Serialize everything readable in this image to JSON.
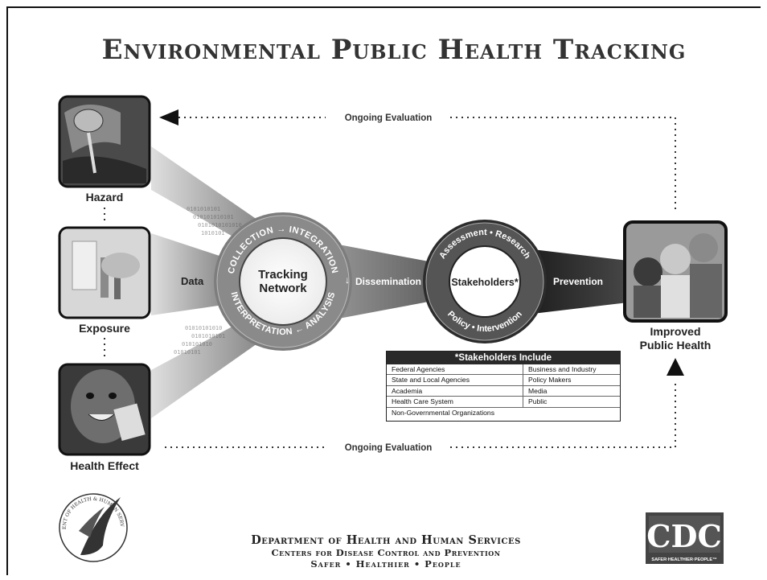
{
  "title": "Environmental Public Health Tracking",
  "top_loop_label": "Ongoing Evaluation",
  "bottom_loop_label": "Ongoing Evaluation",
  "inputs": [
    {
      "label": "Hazard"
    },
    {
      "label": "Exposure"
    },
    {
      "label": "Health Effect"
    }
  ],
  "data_label": "Data",
  "tracking_network": {
    "center": "Tracking\nNetwork",
    "ring": [
      "COLLECTION",
      "→",
      "INTEGRATION",
      "↓",
      "ANALYSIS",
      "←",
      "INTERPRETATION"
    ]
  },
  "dissemination_label": "Dissemination",
  "stakeholders_circle": {
    "center": "Stakeholders*",
    "ring": [
      "Assessment",
      "Research",
      "Intervention",
      "Policy"
    ]
  },
  "prevention_label": "Prevention",
  "outcome_label": "Improved\nPublic Health",
  "stakeholders_box": {
    "heading": "*Stakeholders Include",
    "left": [
      "Federal Agencies",
      "State and Local Agencies",
      "Academia",
      "Health Care System",
      "Non-Governmental Organizations"
    ],
    "right": [
      "Business and Industry",
      "Policy Makers",
      "Media",
      "Public",
      ""
    ]
  },
  "footer": {
    "line1": "Department of Health and Human Services",
    "line2": "Centers for Disease Control and Prevention",
    "line3": "Safer • Healthier • People"
  },
  "hhs_seal": {
    "text": "DEPARTMENT OF HEALTH & HUMAN SERVICES · USA"
  },
  "cdc_logo": {
    "text": "CDC",
    "tagline": "SAFER·HEALTHIER·PEOPLE™"
  }
}
